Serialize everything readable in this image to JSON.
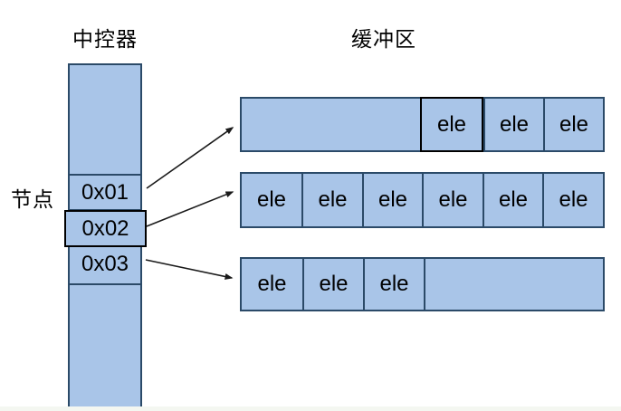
{
  "titles": {
    "controller": "中控器",
    "buffer": "缓冲区"
  },
  "node_label": "节点",
  "controller": {
    "cells": [
      {
        "label": ""
      },
      {
        "label": "0x01"
      },
      {
        "label": "0x02",
        "highlighted": true
      },
      {
        "label": "0x03"
      },
      {
        "label": ""
      }
    ]
  },
  "buffers": [
    {
      "cells": [
        "",
        "ele",
        "ele",
        "ele"
      ],
      "highlighted_cell_index": 1
    },
    {
      "cells": [
        "ele",
        "ele",
        "ele",
        "ele",
        "ele",
        "ele"
      ]
    },
    {
      "cells": [
        "ele",
        "ele",
        "ele",
        ""
      ]
    }
  ],
  "colors": {
    "background": "#ffffff",
    "cell_fill": "#a9c5e8",
    "cell_border": "#2b4a68",
    "highlight_border": "#000000",
    "arrow": "#1a1a1a",
    "text": "#000000"
  }
}
